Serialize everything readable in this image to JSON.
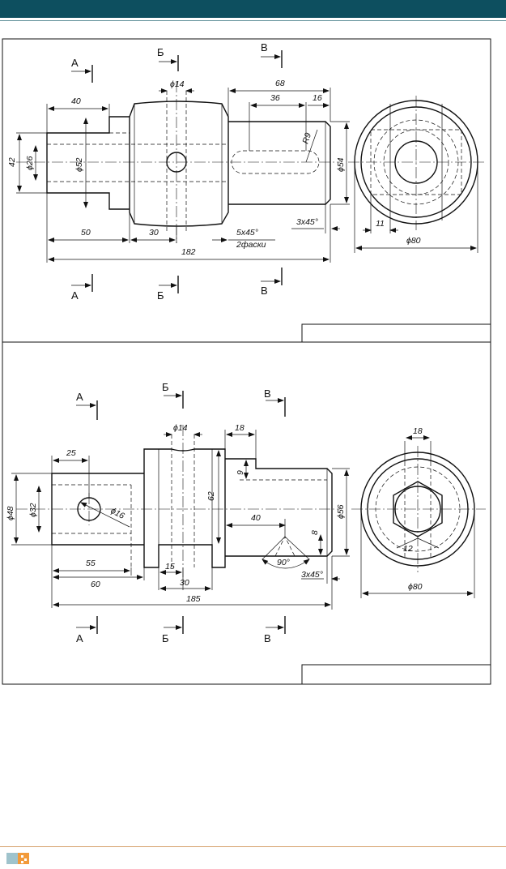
{
  "section_letters": {
    "a": "А",
    "b": "Б",
    "v": "В"
  },
  "drawing1": {
    "dims": {
      "d14": "ϕ14",
      "d68": "68",
      "d40": "40",
      "d36": "36",
      "d16": "16",
      "d42": "42",
      "d26": "ϕ26",
      "d52": "ϕ52",
      "r9": "R9",
      "d54": "ϕ54",
      "d50": "50",
      "d30": "30",
      "chamfer": "5x45°",
      "chamfer_note": "2фаски",
      "chamfer2": "3x45°",
      "d182": "182",
      "d11": "11",
      "d80": "ϕ80"
    }
  },
  "drawing2": {
    "dims": {
      "d14": "ϕ14",
      "d18": "18",
      "d25": "25",
      "d9": "9",
      "d62": "62",
      "d48": "ϕ48",
      "d32": "ϕ32",
      "d16": "ϕ16",
      "d40": "40",
      "d56": "ϕ56",
      "d8": "8",
      "d55": "55",
      "d60": "60",
      "d15": "15",
      "d30": "30",
      "angle": "90°",
      "chamfer": "3x45°",
      "d185": "185",
      "d18r": "18",
      "d12": "12",
      "d80": "ϕ80"
    }
  }
}
